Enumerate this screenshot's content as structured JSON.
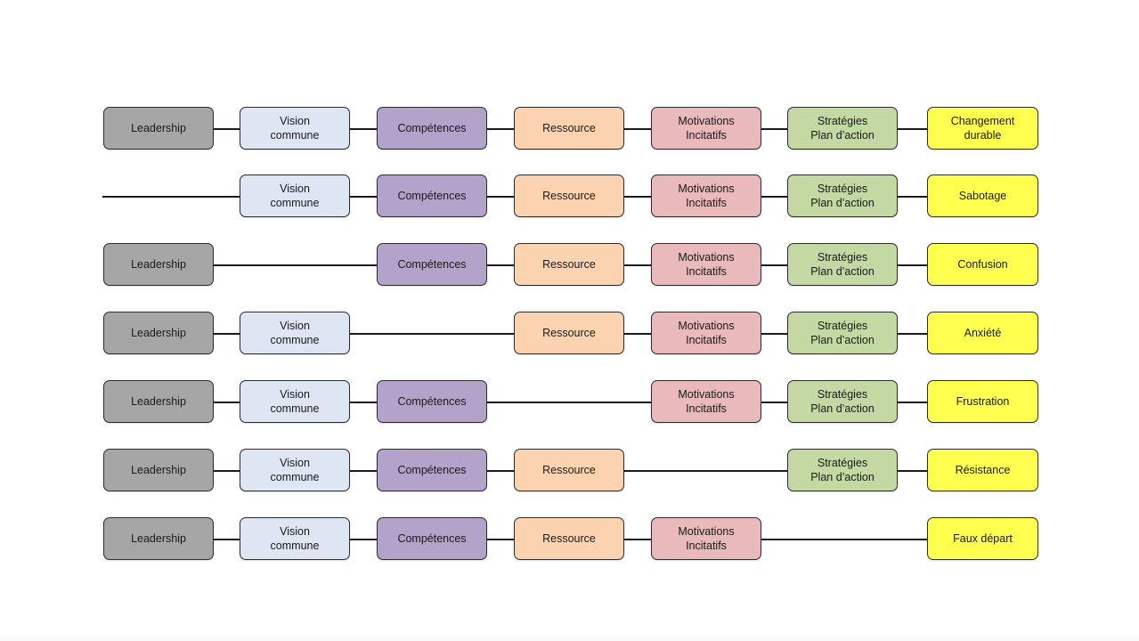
{
  "colors": {
    "leadership": "#a6a6a6",
    "vision": "#dde6f2",
    "competences": "#b3a2c9",
    "ressource": "#fbd3b0",
    "motivations": "#e9b9bb",
    "strategies": "#c4d8a3",
    "outcome": "#ffff4f",
    "line": "#1a1a1a"
  },
  "labels": {
    "leadership": [
      "Leadership"
    ],
    "vision": [
      "Vision",
      "commune"
    ],
    "competences": [
      "Compétences"
    ],
    "ressource": [
      "Ressource"
    ],
    "motivations": [
      "Motivations",
      "Incitatifs"
    ],
    "strategies": [
      "Stratégies",
      "Plan d’action"
    ]
  },
  "rows": [
    {
      "present": [
        "leadership",
        "vision",
        "competences",
        "ressource",
        "motivations",
        "strategies"
      ],
      "outcome": [
        "Changement",
        "durable"
      ]
    },
    {
      "present": [
        "vision",
        "competences",
        "ressource",
        "motivations",
        "strategies"
      ],
      "outcome": [
        "Sabotage"
      ]
    },
    {
      "present": [
        "leadership",
        "competences",
        "ressource",
        "motivations",
        "strategies"
      ],
      "outcome": [
        "Confusion"
      ]
    },
    {
      "present": [
        "leadership",
        "vision",
        "ressource",
        "motivations",
        "strategies"
      ],
      "outcome": [
        "Anxiété"
      ]
    },
    {
      "present": [
        "leadership",
        "vision",
        "competences",
        "motivations",
        "strategies"
      ],
      "outcome": [
        "Frustration"
      ]
    },
    {
      "present": [
        "leadership",
        "vision",
        "competences",
        "ressource",
        "strategies"
      ],
      "outcome": [
        "Résistance"
      ]
    },
    {
      "present": [
        "leadership",
        "vision",
        "competences",
        "ressource",
        "motivations"
      ],
      "outcome": [
        "Faux départ"
      ]
    }
  ]
}
